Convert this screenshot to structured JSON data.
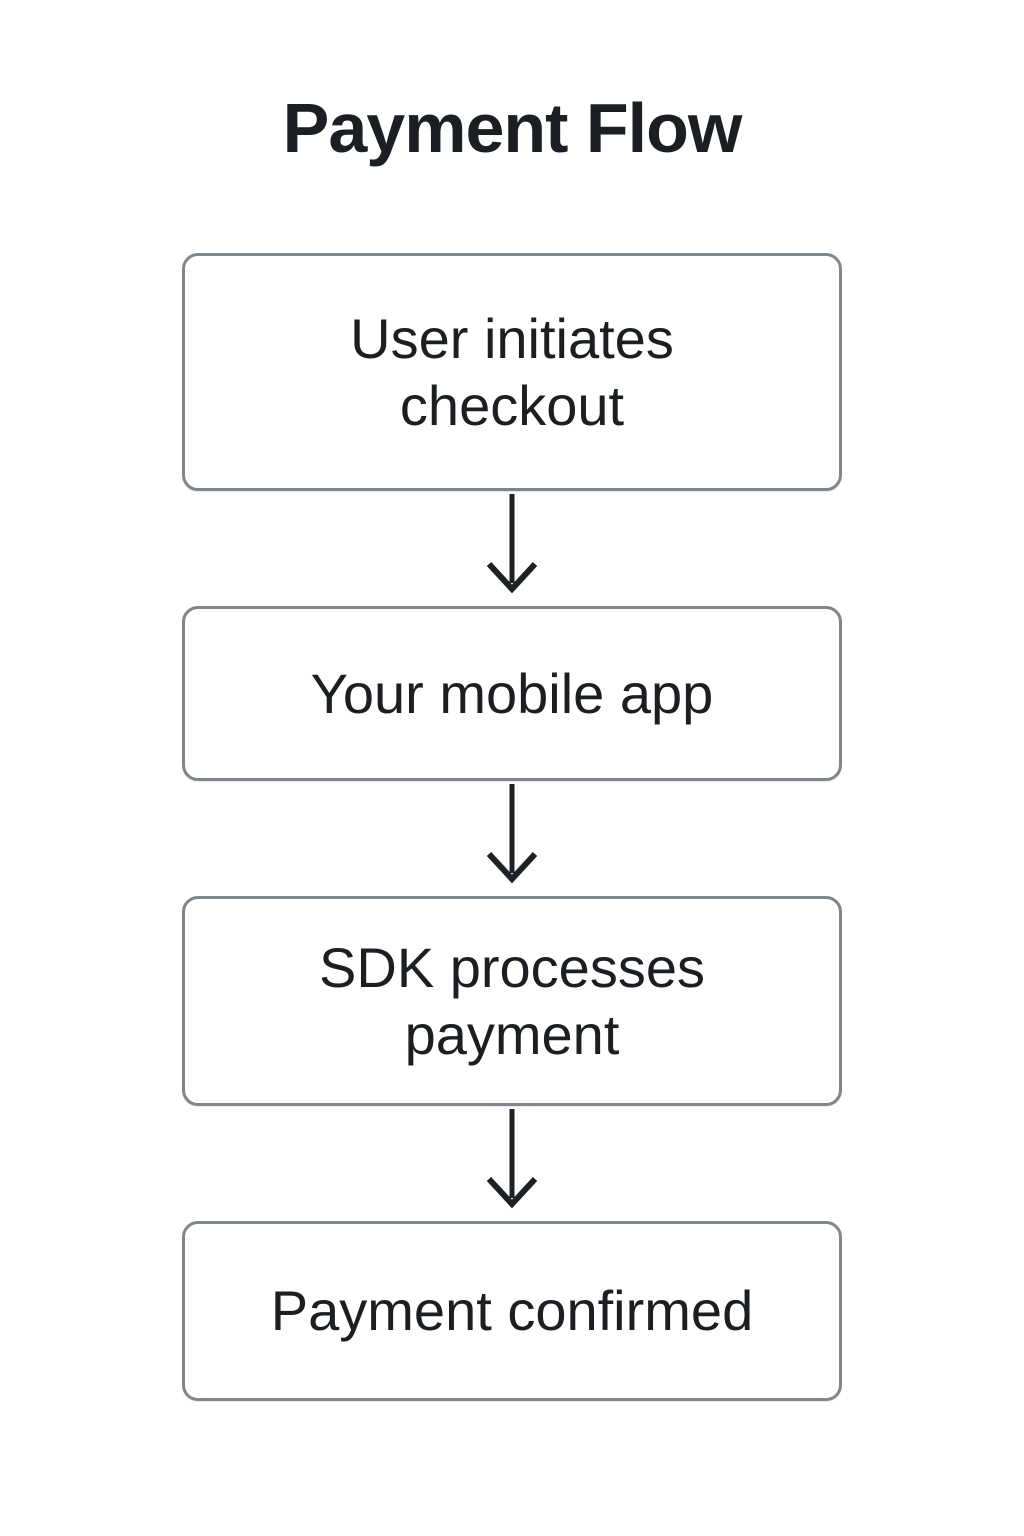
{
  "title": "Payment Flow",
  "flow": {
    "nodes": [
      {
        "id": "user-initiates-checkout",
        "label": "User initiates\ncheckout"
      },
      {
        "id": "your-mobile-app",
        "label": "Your mobile app"
      },
      {
        "id": "sdk-processes-payment",
        "label": "SDK processes\npayment"
      },
      {
        "id": "payment-confirmed",
        "label": "Payment confirmed"
      }
    ],
    "connections": [
      {
        "from": "user-initiates-checkout",
        "to": "your-mobile-app"
      },
      {
        "from": "your-mobile-app",
        "to": "sdk-processes-payment"
      },
      {
        "from": "sdk-processes-payment",
        "to": "payment-confirmed"
      }
    ]
  },
  "colors": {
    "background": "#ffffff",
    "box_border": "#80868c",
    "box_fill": "#ffffff",
    "text": "#1b1e22",
    "arrow": "#1e2125"
  }
}
